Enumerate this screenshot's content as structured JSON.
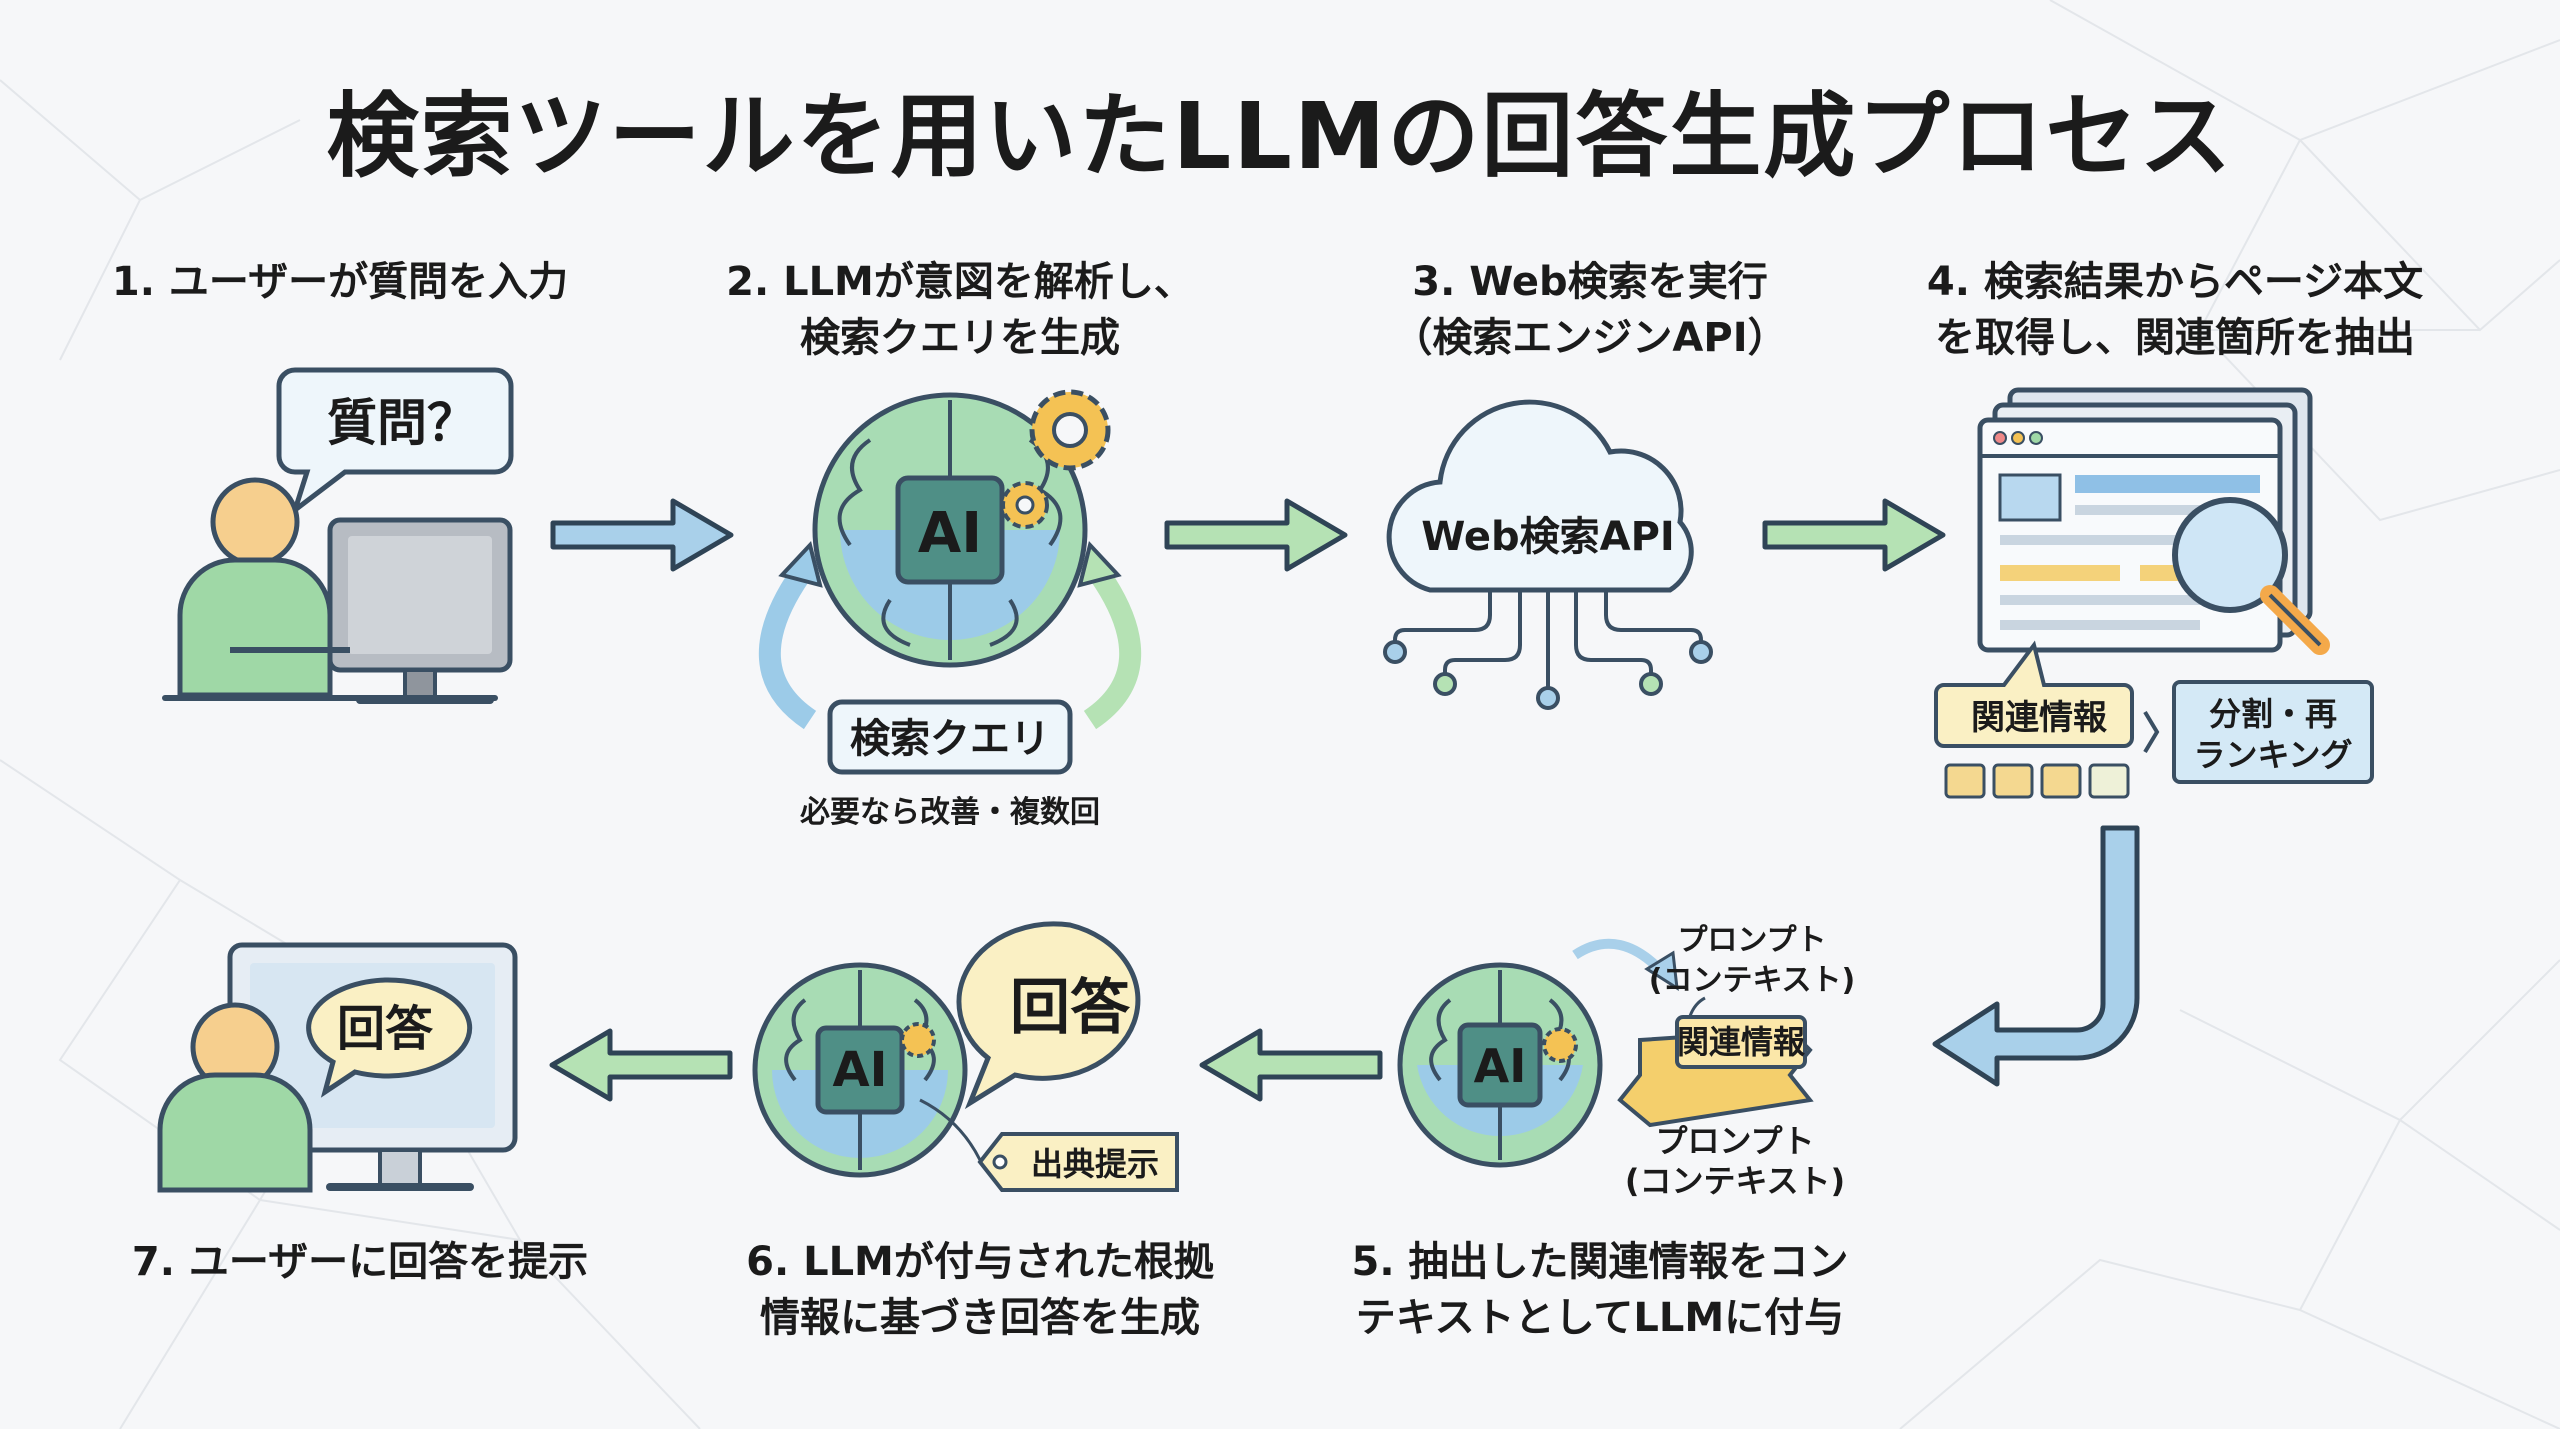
{
  "title": "検索ツールを用いたLLMの回答生成プロセス",
  "steps": [
    {
      "label_lines": [
        "1. ユーザーが質問を入力"
      ]
    },
    {
      "label_lines": [
        "2. LLMが意図を解析し、",
        "検索クエリを生成"
      ]
    },
    {
      "label_lines": [
        "3. Web検索を実行",
        "（検索エンジンAPI）"
      ]
    },
    {
      "label_lines": [
        "4. 検索結果からページ本文",
        "を取得し、関連箇所を抽出"
      ]
    },
    {
      "label_lines": [
        "5. 抽出した関連情報をコン",
        "テキストとしてLLMに付与"
      ]
    },
    {
      "label_lines": [
        "6. LLMが付与された根拠",
        "情報に基づき回答を生成"
      ]
    },
    {
      "label_lines": [
        "7. ユーザーに回答を提示"
      ]
    }
  ],
  "step1": {
    "bubble": "質問？"
  },
  "step2": {
    "chip_ai": "AI",
    "query_box": "検索クエリ",
    "note": "必要なら改善・複数回"
  },
  "step3": {
    "cloud_label": "Web検索API"
  },
  "step4": {
    "relevant_tag": "関連情報",
    "rerank_box_lines": [
      "分割・再",
      "ランキング"
    ]
  },
  "step5": {
    "chip_ai": "AI",
    "prompt_top_lines": [
      "プロンプト",
      "(コンテキスト)"
    ],
    "box_label": "関連情報",
    "prompt_bottom_lines": [
      "プロンプト",
      "(コンテキスト)"
    ]
  },
  "step6": {
    "chip_ai": "AI",
    "answer_bubble": "回答",
    "source_tag": "出典提示"
  },
  "step7": {
    "screen_bubble": "回答"
  },
  "colors": {
    "arrow_blue": "#a9d0ea",
    "arrow_green": "#b5e2b4",
    "brain_green": "#a8dcb4",
    "brain_blue": "#9ccbe8",
    "chip": "#4f8f86",
    "skin": "#f6cf8e",
    "user_body": "#9fd8a6",
    "bubble_fill": "#eef6fb",
    "answer_fill": "#faf0c4"
  }
}
